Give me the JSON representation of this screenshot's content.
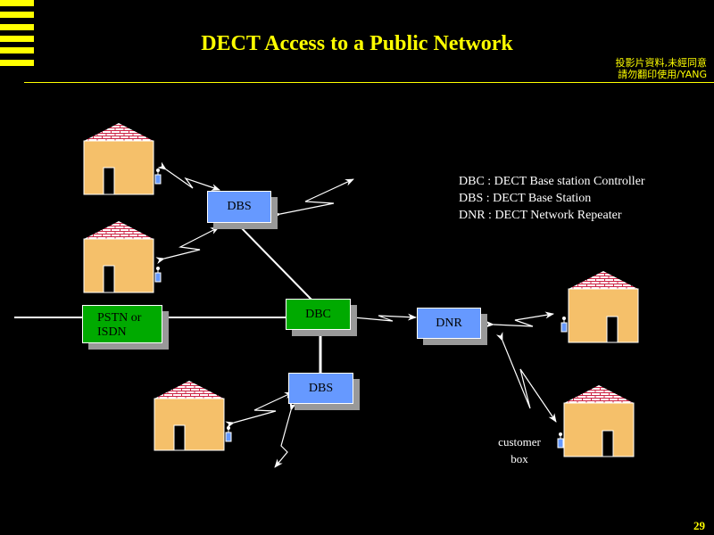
{
  "slide": {
    "title": "DECT Access to a Public Network",
    "copyright_line1": "投影片資料,未經同意",
    "copyright_line2": "請勿翻印使用/YANG",
    "page_number": "29",
    "accent_color": "#ffff00"
  },
  "legend": [
    "DBC : DECT Base station Controller",
    "DBS : DECT Base Station",
    "DNR : DECT Network Repeater"
  ],
  "nodes": {
    "dbs_top": "DBS",
    "dbc": "DBC",
    "dbs_bottom": "DBS",
    "dnr": "DNR",
    "pstn_line1": "PSTN or",
    "pstn_line2": "ISDN"
  },
  "customer_label": {
    "line1": "customer",
    "line2": "box"
  },
  "colors": {
    "house_wall": "#f5c06a",
    "roof_brick": "#cc2244",
    "node_blue": "#6699ff",
    "node_green": "#00aa00",
    "shadow": "#999999"
  }
}
